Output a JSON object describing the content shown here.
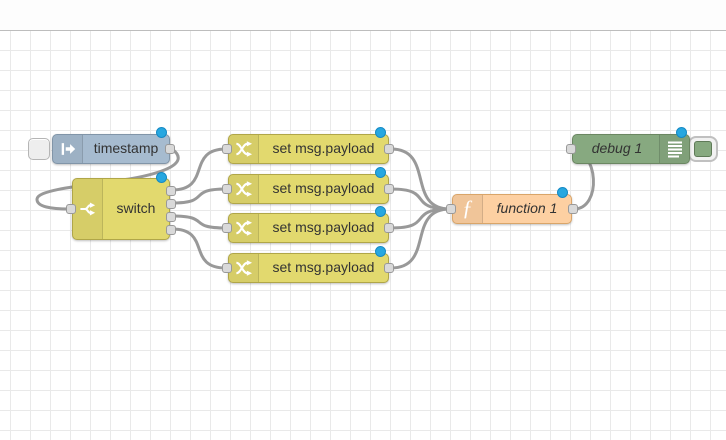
{
  "editor": {
    "background": "#ffffff",
    "grid_color": "#e9e9e9",
    "top_border_color": "#bdbdbd",
    "wire_color": "#999999",
    "modified_dot_color": "#27a7e0",
    "port_fill": "#d9d9d9",
    "port_border": "#999999",
    "label_color": "#333333"
  },
  "nodes": {
    "timestamp": {
      "label": "timestamp",
      "icon": "inject-arrow-icon",
      "color": "#a6bbcf",
      "border": "#8195a8",
      "modified": true
    },
    "switch": {
      "label": "switch",
      "icon": "switch-branch-icon",
      "color": "#e2d96e",
      "border": "#b0a648",
      "outputs": 4,
      "modified": true
    },
    "changes": [
      {
        "label": "set msg.payload",
        "icon": "change-shuffle-icon",
        "color": "#e2d96e",
        "modified": true
      },
      {
        "label": "set msg.payload",
        "icon": "change-shuffle-icon",
        "color": "#e2d96e",
        "modified": true
      },
      {
        "label": "set msg.payload",
        "icon": "change-shuffle-icon",
        "color": "#e2d96e",
        "modified": true
      },
      {
        "label": "set msg.payload",
        "icon": "change-shuffle-icon",
        "color": "#e2d96e",
        "modified": true
      }
    ],
    "function": {
      "label": "function 1",
      "icon": "function-f-icon",
      "color": "#fdd0a2",
      "border": "#d9a569",
      "modified": true
    },
    "debug": {
      "label": "debug 1",
      "icon": "debug-output-icon",
      "color": "#87a980",
      "border": "#6b8762",
      "modified": true,
      "toggle_enabled": true
    }
  }
}
